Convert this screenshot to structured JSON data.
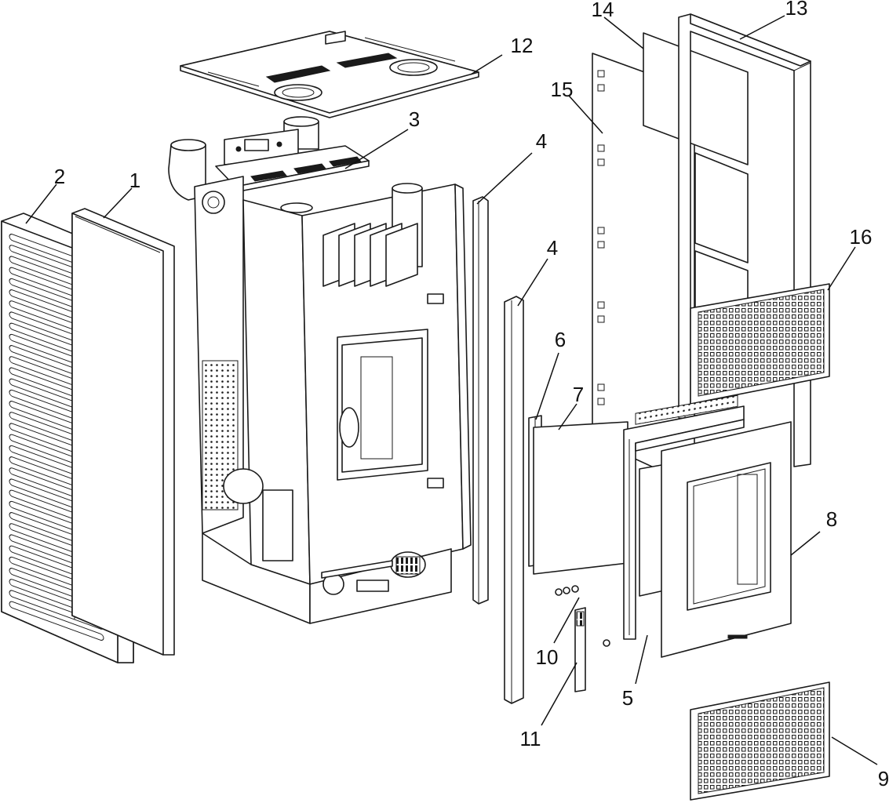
{
  "callouts": {
    "c1": "1",
    "c2": "2",
    "c3": "3",
    "c4a": "4",
    "c4b": "4",
    "c5": "5",
    "c6": "6",
    "c7": "7",
    "c8": "8",
    "c9": "9",
    "c10": "10",
    "c11": "11",
    "c12": "12",
    "c13": "13",
    "c14": "14",
    "c15": "15",
    "c16": "16"
  },
  "colors": {
    "line": "#1a1a1a",
    "background": "#ffffff"
  }
}
